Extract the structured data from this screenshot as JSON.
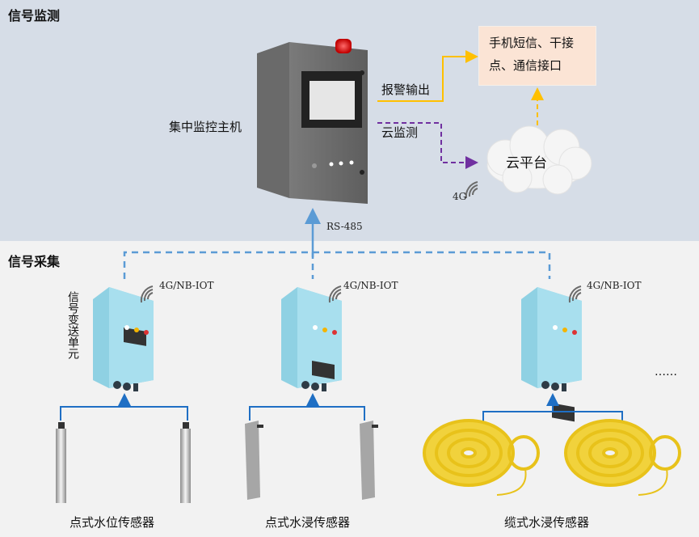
{
  "sections": {
    "monitoring": "信号监测",
    "collection": "信号采集"
  },
  "host": {
    "label": "集中监控主机"
  },
  "links": {
    "alarm_output": "报警输出",
    "cloud_monitor": "云监测",
    "rs485": "RS-485",
    "cloud_4g": "4G",
    "wireless": "4G/NB-IOT"
  },
  "output_box": {
    "line1": "手机短信、干接",
    "line2": "点、通信接口"
  },
  "cloud": {
    "label": "云平台"
  },
  "transmitter": {
    "label": "信号变送单元"
  },
  "sensors": [
    {
      "label": "点式水位传感器"
    },
    {
      "label": "点式水浸传感器"
    },
    {
      "label": "缆式水浸传感器"
    }
  ],
  "more": "……",
  "colors": {
    "top_bg": "#d6dde7",
    "bottom_bg": "#f2f2f2",
    "bus_blue": "#5b9bd5",
    "arrow_blue": "#1f6fc4",
    "alarm_yellow": "#ffc000",
    "cloud_purple": "#7030a0",
    "output_box_bg": "#fbe4d5"
  }
}
